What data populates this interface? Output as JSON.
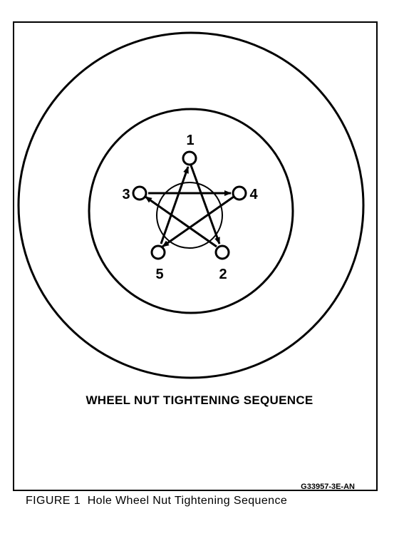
{
  "diagram": {
    "title": "WHEEL NUT TIGHTENING SEQUENCE",
    "code": "G33957-3E-AN",
    "nuts": [
      {
        "label": "1"
      },
      {
        "label": "2"
      },
      {
        "label": "3"
      },
      {
        "label": "4"
      },
      {
        "label": "5"
      }
    ],
    "sequence": [
      "1",
      "2",
      "3",
      "4",
      "5",
      "1"
    ]
  },
  "figure": {
    "number": "FIGURE 1",
    "caption": "Hole Wheel Nut Tightening Sequence"
  },
  "colors": {
    "ink": "#000000",
    "paper": "#ffffff"
  }
}
